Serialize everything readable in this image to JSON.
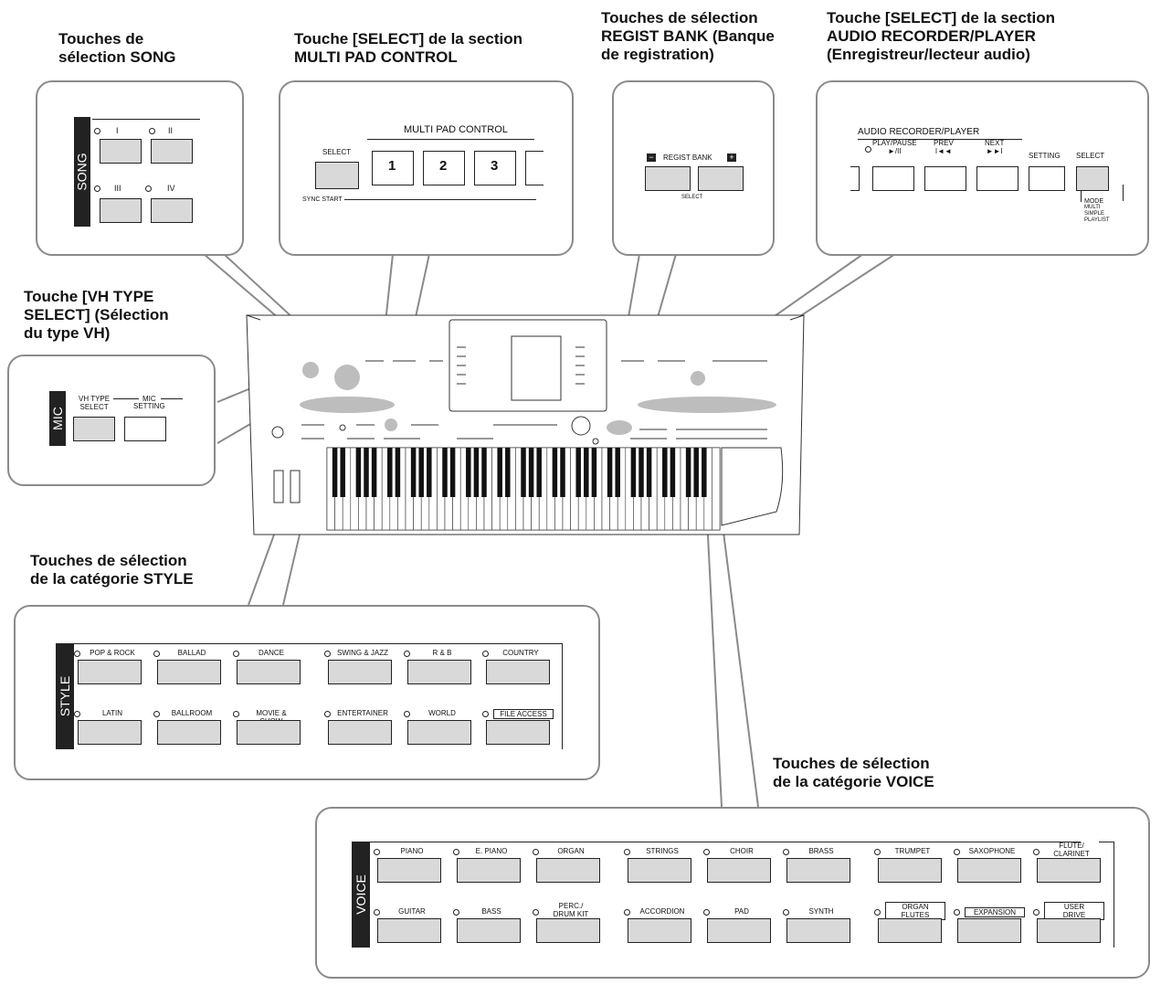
{
  "captions": {
    "song": "Touches de\nsélection SONG",
    "multipad": "Touche [SELECT] de la section\nMULTI PAD CONTROL",
    "regist": "Touches de sélection\nREGIST BANK (Banque\nde registration)",
    "audio": "Touche [SELECT] de la section\nAUDIO RECORDER/PLAYER\n(Enregistreur/lecteur audio)",
    "vh": "Touche [VH TYPE\nSELECT] (Sélection\ndu type VH)",
    "style": "Touches de sélection\nde la catégorie STYLE",
    "voice": "Touches de sélection\nde la catégorie VOICE"
  },
  "song": {
    "tab": "SONG",
    "buttons": [
      "I",
      "II",
      "III",
      "IV"
    ]
  },
  "multipad": {
    "title": "MULTI PAD CONTROL",
    "select": "SELECT",
    "pads": [
      "1",
      "2",
      "3"
    ],
    "sync": "SYNC START"
  },
  "regist": {
    "minus": "−",
    "title": "REGIST BANK",
    "plus": "+",
    "select": "SELECT"
  },
  "audio": {
    "title": "AUDIO RECORDER/PLAYER",
    "buttons": [
      "PLAY/PAUSE\n►/II",
      "PREV\nI◄◄",
      "NEXT\n►►I",
      "SETTING",
      "SELECT"
    ],
    "mode": "MODE",
    "modes": [
      "MULTI",
      "SIMPLE",
      "PLAYLIST"
    ]
  },
  "mic": {
    "tab": "MIC",
    "vh": "VH TYPE\nSELECT",
    "group": "MIC",
    "setting": "SETTING"
  },
  "style": {
    "tab": "STYLE",
    "row1": [
      "POP & ROCK",
      "BALLAD",
      "DANCE",
      "SWING & JAZZ",
      "R & B",
      "COUNTRY"
    ],
    "row2": [
      "LATIN",
      "BALLROOM",
      "MOVIE & SHOW",
      "ENTERTAINER",
      "WORLD",
      "FILE ACCESS"
    ]
  },
  "voice": {
    "tab": "VOICE",
    "row1": [
      "PIANO",
      "E. PIANO",
      "ORGAN",
      "STRINGS",
      "CHOIR",
      "BRASS",
      "TRUMPET",
      "SAXOPHONE",
      "FLUTE/\nCLARINET"
    ],
    "row2": [
      "GUITAR",
      "BASS",
      "PERC./\nDRUM KIT",
      "ACCORDION",
      "PAD",
      "SYNTH",
      "ORGAN\nFLUTES",
      "EXPANSION",
      "USER\nDRIVE"
    ]
  }
}
